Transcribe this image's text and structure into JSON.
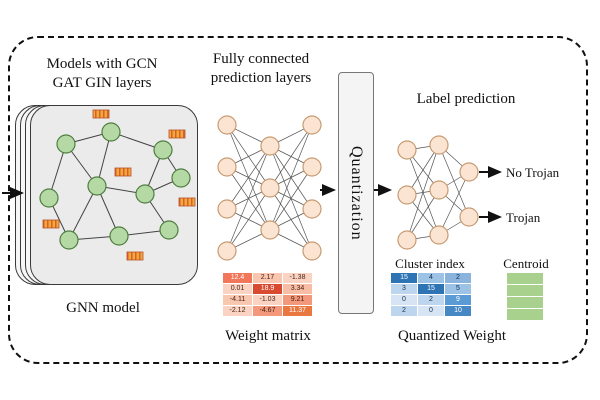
{
  "titles": {
    "models": "Models with GCN\nGAT GIN layers",
    "fc": "Fully connected\nprediction layers",
    "quantization": "Quantization",
    "label_prediction": "Label prediction"
  },
  "captions": {
    "gnn_model": "GNN model",
    "weight_matrix": "Weight matrix",
    "cluster_index": "Cluster index",
    "centroid": "Centroid",
    "quantized_weight": "Quantized Weight"
  },
  "outputs": {
    "no_trojan": "No Trojan",
    "trojan": "Trojan"
  },
  "palette": {
    "graph_node_green": "#b5d9a5",
    "nn_node_peach": "#fce4d2",
    "feature_bar_orange": "#f2a93b",
    "matrix_red_dark": "#d84b30",
    "cluster_blue_dark": "#2e74b5",
    "centroid_green": "#a9d18e"
  },
  "weight_matrix": {
    "rows": [
      [
        {
          "v": "12.4",
          "bg": "#f2765a",
          "fg": "#ffffff"
        },
        {
          "v": "2.17",
          "bg": "#f9c6b0"
        },
        {
          "v": "-1.38",
          "bg": "#fad3c2"
        }
      ],
      [
        {
          "v": "0.01",
          "bg": "#fad3c2"
        },
        {
          "v": "18.9",
          "bg": "#d84b30",
          "fg": "#ffffff"
        },
        {
          "v": "3.34",
          "bg": "#f8bda5"
        }
      ],
      [
        {
          "v": "-4.11",
          "bg": "#f9c6b0"
        },
        {
          "v": "-1.03",
          "bg": "#fad3c2"
        },
        {
          "v": "9.21",
          "bg": "#f3987a"
        }
      ],
      [
        {
          "v": "-2.12",
          "bg": "#fad3c2"
        },
        {
          "v": "-4.67",
          "bg": "#f3987a"
        },
        {
          "v": "11.37",
          "bg": "#e97840",
          "fg": "#ffffff"
        }
      ]
    ]
  },
  "cluster_index": {
    "rows": [
      [
        {
          "v": "15",
          "bg": "#2e74b5",
          "fg": "#ffffff"
        },
        {
          "v": "4",
          "bg": "#9cc2e5"
        },
        {
          "v": "2",
          "bg": "#8ab4dd"
        }
      ],
      [
        {
          "v": "3",
          "bg": "#bdd6ee"
        },
        {
          "v": "15",
          "bg": "#2e74b5",
          "fg": "#ffffff"
        },
        {
          "v": "5",
          "bg": "#9cc2e5"
        }
      ],
      [
        {
          "v": "0",
          "bg": "#d6e4f3"
        },
        {
          "v": "2",
          "bg": "#bdd6ee"
        },
        {
          "v": "9",
          "bg": "#5b9bd5",
          "fg": "#ffffff"
        }
      ],
      [
        {
          "v": "2",
          "bg": "#bdd6ee"
        },
        {
          "v": "0",
          "bg": "#d6e4f3"
        },
        {
          "v": "10",
          "bg": "#4688c4",
          "fg": "#ffffff"
        }
      ]
    ]
  },
  "centroid": {
    "rows": [
      [
        {
          "v": "",
          "bg": "#a9d18e"
        }
      ],
      [
        {
          "v": "",
          "bg": "#a9d18e"
        }
      ],
      [
        {
          "v": "",
          "bg": "#a9d18e"
        }
      ],
      [
        {
          "v": "",
          "bg": "#a9d18e"
        }
      ]
    ]
  }
}
